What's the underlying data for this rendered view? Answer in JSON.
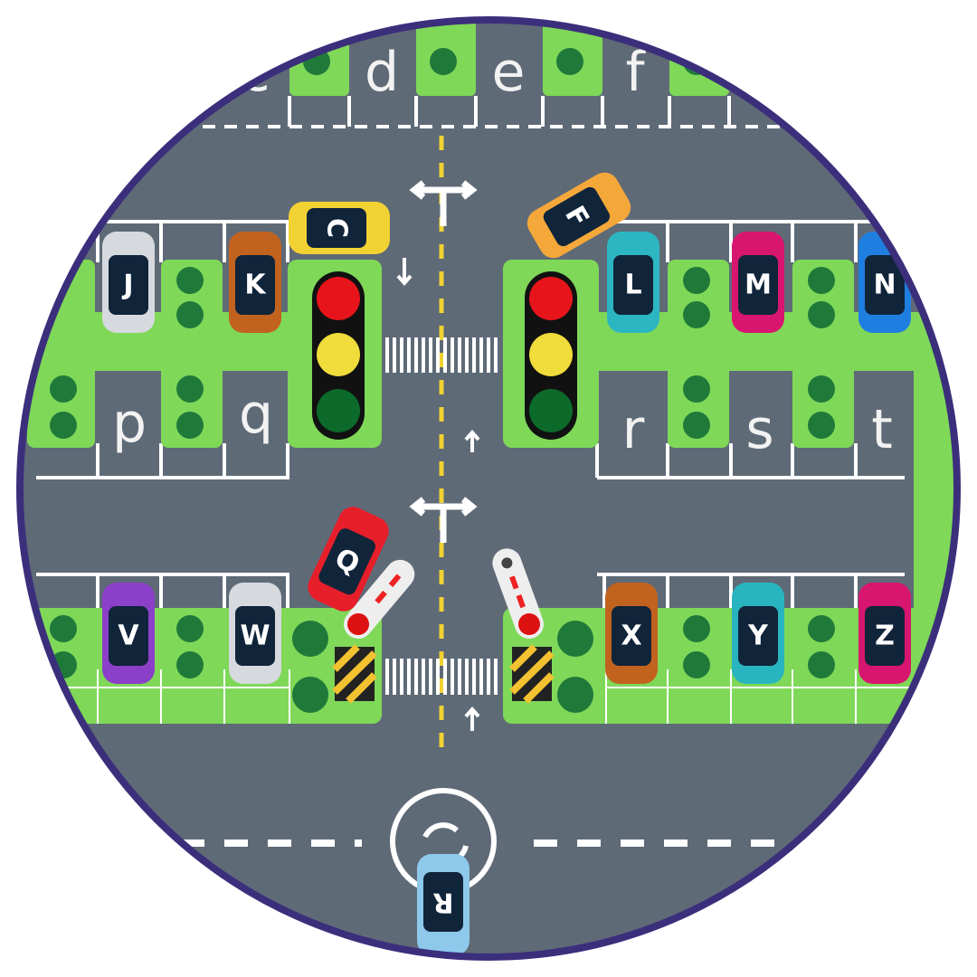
{
  "game": {
    "top_slots": [
      "c",
      "d",
      "e",
      "f"
    ],
    "middle_slots": [
      "p",
      "q",
      "r",
      "s",
      "t"
    ],
    "cars": [
      {
        "letter": "J",
        "color": "#d6d9de"
      },
      {
        "letter": "K",
        "color": "#c2621f"
      },
      {
        "letter": "C",
        "color": "#f2d232"
      },
      {
        "letter": "F",
        "color": "#f5a83a"
      },
      {
        "letter": "L",
        "color": "#2cb6c2"
      },
      {
        "letter": "M",
        "color": "#d8166f"
      },
      {
        "letter": "N",
        "color": "#1f7fe0"
      },
      {
        "letter": "V",
        "color": "#8c3fc9"
      },
      {
        "letter": "W",
        "color": "#d6d9de"
      },
      {
        "letter": "Q",
        "color": "#e61f2a"
      },
      {
        "letter": "X",
        "color": "#c2621f"
      },
      {
        "letter": "Y",
        "color": "#28b5bf"
      },
      {
        "letter": "Z",
        "color": "#d8166f"
      },
      {
        "letter": "R",
        "color": "#8ec9ec"
      }
    ],
    "colors": {
      "road": "#5f6a77",
      "grass": "#7fd858",
      "frame": "#3b2f7c",
      "center_line": "#f2d232"
    }
  }
}
